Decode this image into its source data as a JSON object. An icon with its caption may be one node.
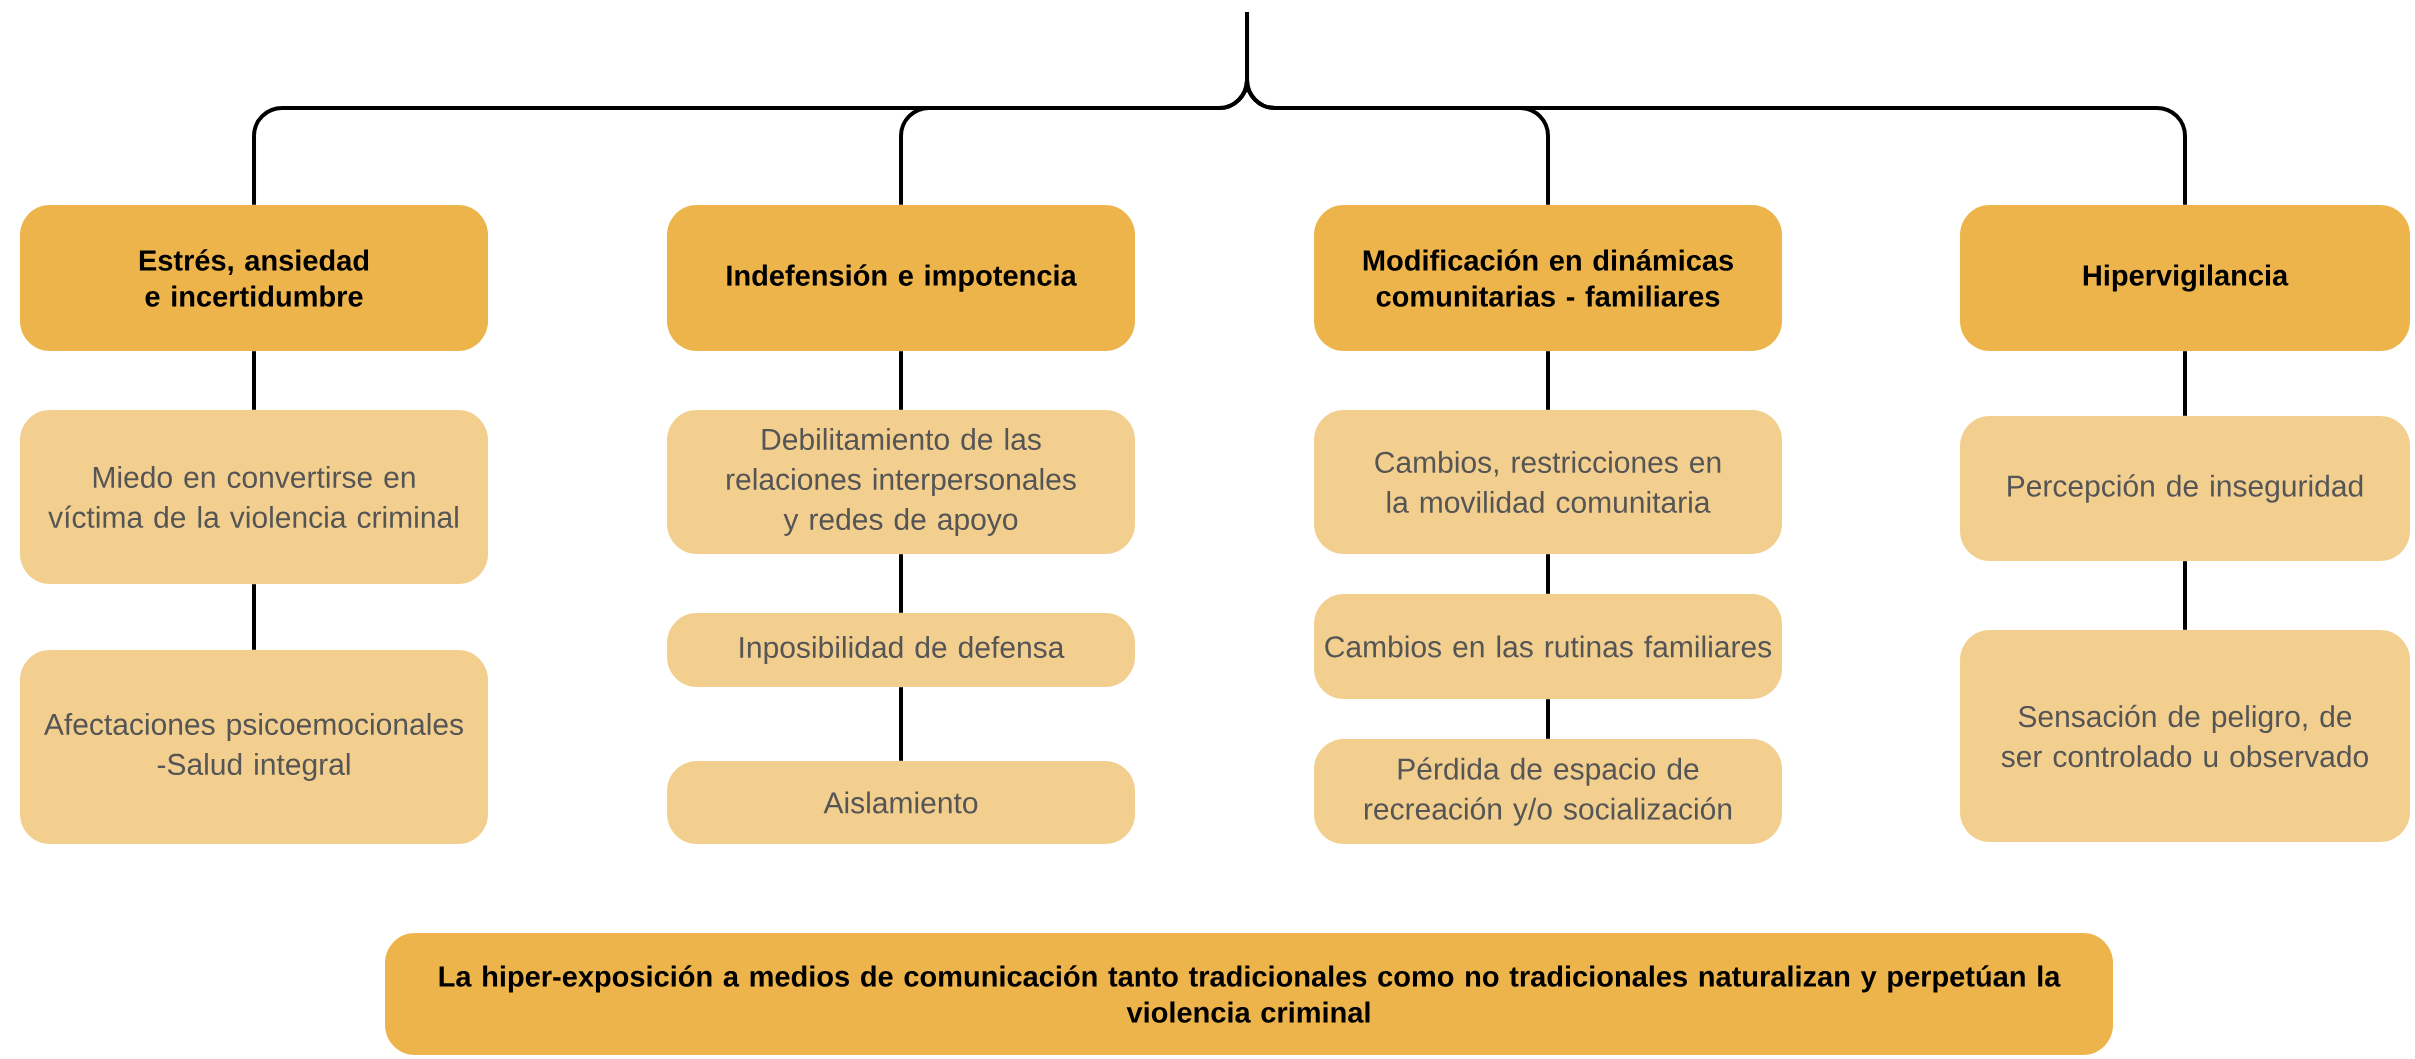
{
  "diagram": {
    "nodes": [
      {
        "text": [
          "Estrés, ansiedad e incertidumbre"
        ]
      },
      {
        "text": [
          "Miedo en convertirse en víctima de la violencia criminal"
        ]
      },
      {
        "text": [
          "Afectaciones psicoemocionales -Salud integral"
        ]
      },
      {
        "text": [
          "Indefensión e impotencia"
        ]
      },
      {
        "text": [
          "Debilitamiento de las relaciones interpersonales y redes de apoyo"
        ]
      },
      {
        "text": [
          "Inposibilidad de defensa"
        ]
      },
      {
        "text": [
          "Aislamiento"
        ]
      },
      {
        "text": [
          "Modificación en dinámicas comunitarias - familiares"
        ]
      },
      {
        "text": [
          "Cambios, restricciones en la movilidad comunitaria"
        ]
      },
      {
        "text": [
          "Cambios en las rutinas familiares"
        ]
      },
      {
        "text": [
          "Pérdida de espacio de recreación y/o socialización"
        ]
      },
      {
        "text": [
          "Hipervigilancia"
        ]
      },
      {
        "text": [
          "Percepción de inseguridad"
        ]
      },
      {
        "text": [
          "Sensación de peligro, de ser controlado u observado"
        ]
      },
      {
        "text": [
          "La hiper-exposición a medios de comunicación tanto tradicionales como no tradicionales naturalizan y perpetúan la violencia criminal"
        ]
      }
    ],
    "edges": [
      {
        "from": null,
        "to": 0,
        "arrow": "none"
      },
      {
        "from": null,
        "to": 3,
        "arrow": "none"
      },
      {
        "from": null,
        "to": 7,
        "arrow": "none"
      },
      {
        "from": null,
        "to": 11,
        "arrow": "none"
      },
      {
        "from": 0,
        "to": 1,
        "arrow": "none"
      },
      {
        "from": 1,
        "to": 2,
        "arrow": "none"
      },
      {
        "from": 3,
        "to": 4,
        "arrow": "none"
      },
      {
        "from": 4,
        "to": 5,
        "arrow": "none"
      },
      {
        "from": 5,
        "to": 6,
        "arrow": "none"
      },
      {
        "from": 7,
        "to": 8,
        "arrow": "none"
      },
      {
        "from": 8,
        "to": 9,
        "arrow": "none"
      },
      {
        "from": 9,
        "to": 10,
        "arrow": "none"
      },
      {
        "from": 11,
        "to": 12,
        "arrow": "none"
      },
      {
        "from": 12,
        "to": 13,
        "arrow": "none"
      }
    ]
  }
}
